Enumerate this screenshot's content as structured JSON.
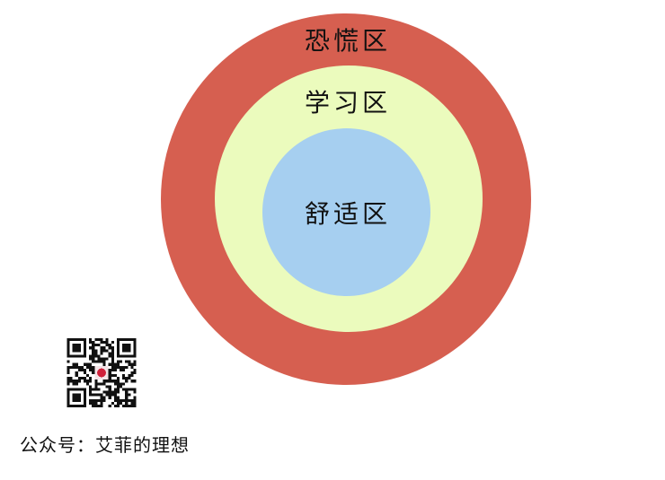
{
  "diagram": {
    "zones": [
      {
        "label": "恐慌区",
        "color": "#d65f50"
      },
      {
        "label": "学习区",
        "color": "#ebfbbd"
      },
      {
        "label": "舒适区",
        "color": "#a6cff0"
      }
    ]
  },
  "footer": {
    "qr_icon": "qr-code-icon",
    "caption": "公众号：艾菲的理想"
  }
}
